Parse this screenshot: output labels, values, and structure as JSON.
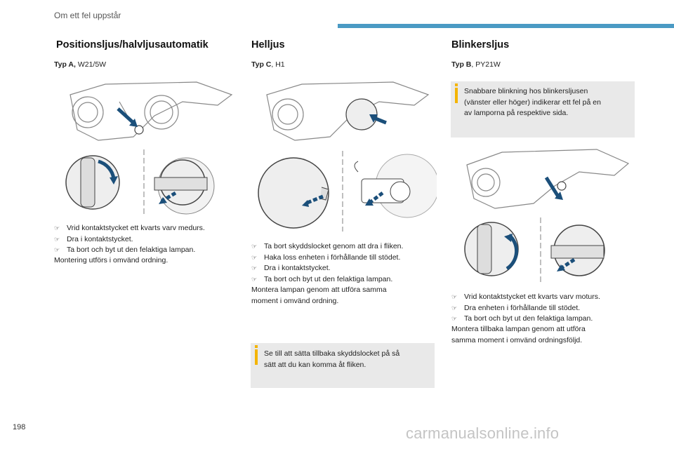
{
  "header": {
    "title": "Om ett fel uppstår",
    "accent_color": "#4a9ac4"
  },
  "page_number": "198",
  "watermark": "carmanualsonline.info",
  "note_accent_color": "#f4b400",
  "columns": [
    {
      "title": "Positionsljus/halvljusautomatik",
      "type_label": "Typ A,",
      "type_value": " W21/5W",
      "bullets": [
        "Vrid kontaktstycket ett kvarts varv medurs.",
        "Dra i kontaktstycket.",
        "Ta bort och byt ut den felaktiga lampan."
      ],
      "paragraph": "Montering utförs i omvänd ordning."
    },
    {
      "title": "Helljus",
      "type_label": "Typ C",
      "type_value": ", H1",
      "bullets": [
        "Ta bort skyddslocket genom att dra i fliken.",
        "Haka loss enheten i förhållande till stödet.",
        "Dra i kontaktstycket.",
        "Ta bort och byt ut den felaktiga lampan."
      ],
      "paragraph_lines": [
        "Montera lampan genom att utföra samma",
        "moment i omvänd ordning."
      ],
      "note_lines": [
        "Se till att sätta tillbaka skyddslocket på så",
        "sätt att du kan komma åt fliken."
      ]
    },
    {
      "title": "Blinkersljus",
      "type_label": "Typ B",
      "type_value": ", PY21W",
      "note_lines": [
        "Snabbare blinkning hos blinkersljusen",
        "(vänster eller höger) indikerar ett fel på en",
        "av lamporna på respektive sida."
      ],
      "bullets": [
        "Vrid kontaktstycket ett kvarts varv moturs.",
        "Dra enheten i förhållande till stödet.",
        "Ta bort och byt ut den felaktiga lampan."
      ],
      "paragraph_lines": [
        "Montera tillbaka lampan genom att utföra",
        "samma moment i omvänd ordningsföljd."
      ]
    }
  ]
}
